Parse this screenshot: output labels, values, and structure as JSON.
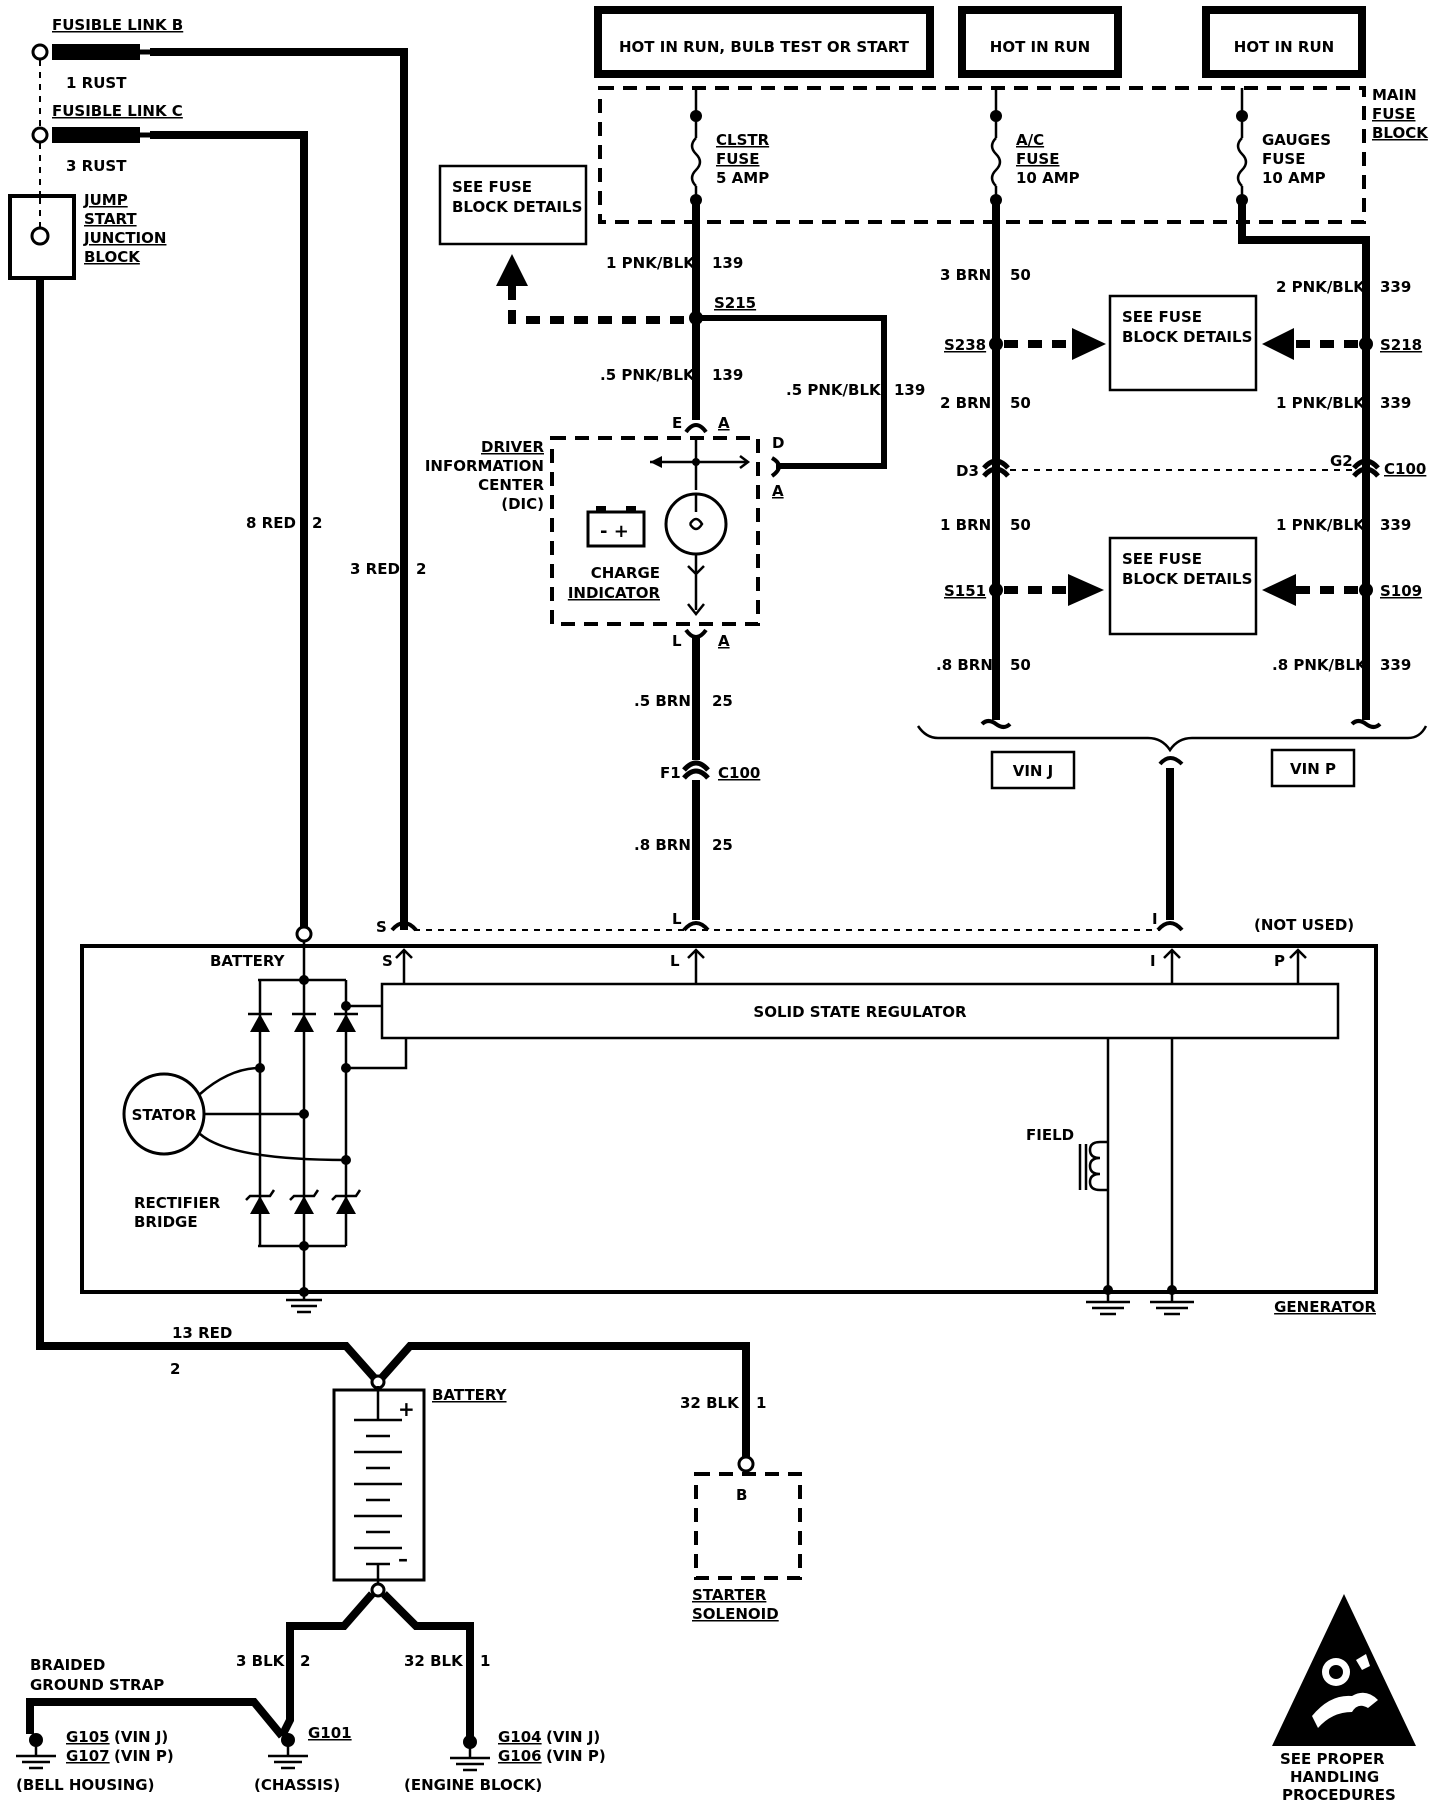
{
  "fusible_link_b": {
    "title": "FUSIBLE LINK B",
    "wire": "1 RUST"
  },
  "fusible_link_c": {
    "title": "FUSIBLE LINK C",
    "wire": "3 RUST"
  },
  "jump_start": {
    "l1": "JUMP",
    "l2": "START",
    "l3": "JUNCTION",
    "l4": "BLOCK"
  },
  "hot": {
    "run_bulb_start": "HOT IN RUN, BULB TEST OR START",
    "run_ac": "HOT IN RUN",
    "run_gauges": "HOT IN RUN"
  },
  "main_fuse_block": {
    "l1": "MAIN",
    "l2": "FUSE",
    "l3": "BLOCK"
  },
  "fuses": {
    "clstr": {
      "l1": "CLSTR",
      "l2": "FUSE",
      "l3": "5 AMP"
    },
    "ac": {
      "l1": "A/C",
      "l2": "FUSE",
      "l3": "10 AMP"
    },
    "gauges": {
      "l1": "GAUGES",
      "l2": "FUSE",
      "l3": "10 AMP"
    }
  },
  "see_fuse": {
    "l1": "SEE FUSE",
    "l2": "BLOCK DETAILS"
  },
  "splices": {
    "s215": "S215",
    "s238": "S238",
    "s218": "S218",
    "s151": "S151",
    "s109": "S109"
  },
  "wires": {
    "w_1pnkblk_139": "1 PNK/BLK",
    "c139": "139",
    "w_05pnkblk_139a": ".5 PNK/BLK",
    "w_05pnkblk_139b": ".5 PNK/BLK",
    "w_3brn": "3 BRN",
    "c50": "50",
    "w_2brn": "2 BRN",
    "w_1brn": "1 BRN",
    "w_08brn_50": ".8 BRN",
    "w_2pnkblk": "2 PNK/BLK",
    "c339": "339",
    "w_1pnkblk_339a": "1 PNK/BLK",
    "w_1pnkblk_339b": "1 PNK/BLK",
    "w_08pnkblk": ".8 PNK/BLK",
    "w_05brn": ".5 BRN",
    "c25": "25",
    "w_08brn_25": ".8 BRN",
    "w_8red": "8 RED",
    "c2": "2",
    "w_3red": "3 RED",
    "w_13red": "13 RED",
    "w_32blk_a": "32 BLK",
    "c1": "1",
    "w_3blk": "3 BLK",
    "w_32blk_b": "32 BLK"
  },
  "connectors": {
    "e": "E",
    "a": "A",
    "d": "D",
    "l": "L",
    "f1": "F1",
    "c100": "C100",
    "d3": "D3",
    "g2": "G2",
    "s": "S",
    "i": "I",
    "p": "P"
  },
  "dic": {
    "l1": "DRIVER",
    "l2": "INFORMATION",
    "l3": "CENTER",
    "l4": "(DIC)",
    "charge1": "CHARGE",
    "charge2": "INDICATOR"
  },
  "vin": {
    "j": "VIN J",
    "p": "VIN P"
  },
  "generator": {
    "title": "GENERATOR",
    "battery": "BATTERY",
    "regulator": "SOLID STATE REGULATOR",
    "stator": "STATOR",
    "rectifier1": "RECTIFIER",
    "rectifier2": "BRIDGE",
    "field": "FIELD",
    "not_used": "(NOT USED)"
  },
  "battery": {
    "title": "BATTERY",
    "plus": "+",
    "minus": "–"
  },
  "starter": {
    "term": "B",
    "l1": "STARTER",
    "l2": "SOLENOID"
  },
  "grounds": {
    "braided1": "BRAIDED",
    "braided2": "GROUND STRAP",
    "g105": "G105",
    "g107": "G107",
    "vinj": "(VIN J)",
    "vinp": "(VIN P)",
    "bell": "(BELL HOUSING)",
    "g101": "G101",
    "chassis": "(CHASSIS)",
    "g104": "G104",
    "g106": "G106",
    "engine": "(ENGINE BLOCK)"
  },
  "esd": {
    "l1": "SEE   PROPER",
    "l2": "HANDLING",
    "l3": "PROCEDURES"
  }
}
